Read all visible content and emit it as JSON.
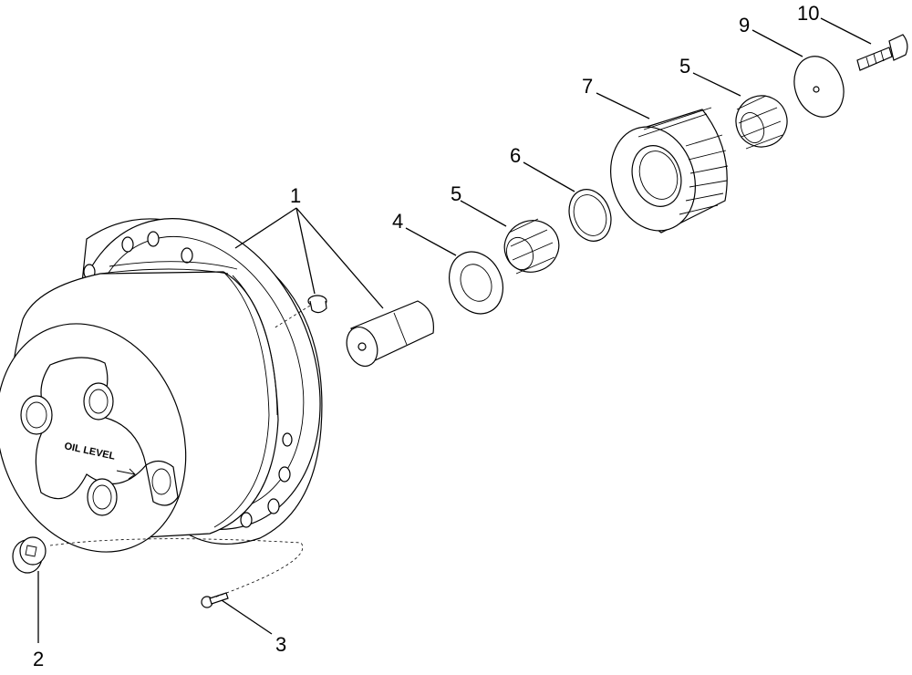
{
  "callouts": {
    "c1": "1",
    "c2": "2",
    "c3": "3",
    "c4": "4",
    "c5a": "5",
    "c5b": "5",
    "c6": "6",
    "c7": "7",
    "c9": "9",
    "c10": "10"
  },
  "hub_label": {
    "line1": "OIL LEVEL"
  }
}
